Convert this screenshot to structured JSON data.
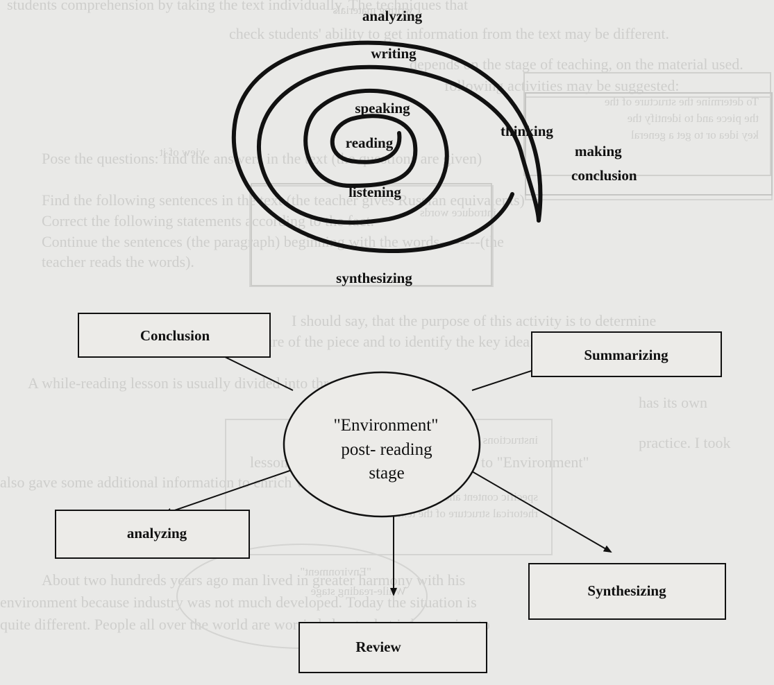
{
  "spiral": {
    "labels": {
      "analyzing": "analyzing",
      "writing": "writing",
      "speaking": "speaking",
      "reading": "reading",
      "listening": "listening",
      "thinking": "thinking",
      "making_conclusion": [
        "making",
        "conclusion"
      ],
      "synthesizing": "synthesizing"
    }
  },
  "flow": {
    "center_lines": [
      "\"Environment\"",
      "post- reading",
      "stage"
    ],
    "boxes": {
      "conclusion": "Conclusion",
      "summarizing": "Summarizing",
      "analyzing": "analyzing",
      "synthesizing": "Synthesizing",
      "review": "Review"
    }
  },
  "background": {
    "body_lines": [
      "students comprehension by taking the text individually. The techniques that",
      "check students' ability to get information from the text may be different.",
      "depends on the stage of teaching, on the material used.",
      "following activities may be suggested:",
      "Pose the questions: find the answers in the text (the questions are given)",
      "Find the following sentences in the text (the teacher gives Russian equivalents)",
      "Correct the following statements according to the fact.",
      "Continue the sentences (the paragraph) beginning with the words--------(the",
      "teacher reads the words).",
      "I should say, that the purpose of this activity is to determine",
      "the structure of the piece and to identify the key idea.",
      "A while-reading lesson is usually divided into three parts, the pre-",
      "has its own",
      "practice. I took",
      "lesson, the lesson which was devoted to \"Environment\"",
      "also gave some additional information to enrich vocabulary, to broaden",
      "About two hundreds years ago man lived in greater harmony with his",
      "environment because industry was not much developed. Today the situation is",
      "quite different. People all over the world are worried about what is happening to"
    ],
    "mirror_lines": [
      "To determine the structure of the",
      "the piece and to identify the",
      "key idea or to get a general",
      "view of it",
      "introduce words",
      "writing materials",
      "\"Environment\"",
      "While-reading stage",
      "instructions",
      "specific content and to perceive the",
      "rhetorical structure of the text"
    ]
  }
}
